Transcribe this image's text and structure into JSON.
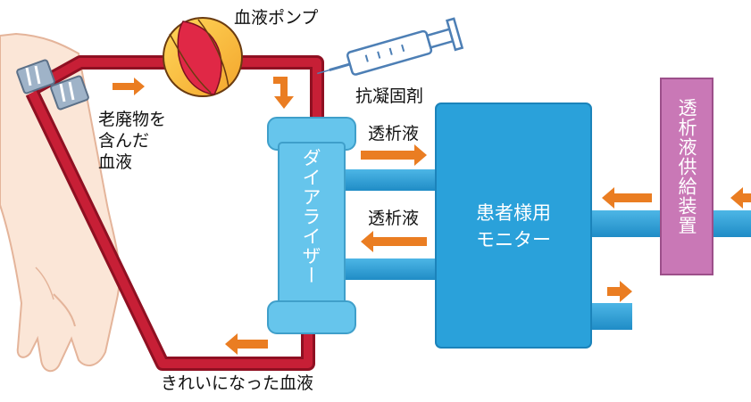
{
  "labels": {
    "blood_pump": "血液ポンプ",
    "anticoagulant": "抗凝固剤",
    "waste_blood_line1": "老廃物を",
    "waste_blood_line2": "含んだ",
    "waste_blood_line3": "血液",
    "dialysate_in": "透析液",
    "dialysate_out": "透析液",
    "clean_blood": "きれいになった血液",
    "dialyzer": "ダイアライザー",
    "monitor_line1": "患者様用",
    "monitor_line2": "モニター",
    "supply_device": "透析液供給装置"
  },
  "colors": {
    "blood_line": "#b0182b",
    "blood_line_light": "#d7283f",
    "dialyzer": "#66c5ec",
    "monitor": "#2aa1da",
    "water_pipe": "#2f9fd6",
    "supply": "#c978b6",
    "arrow": "#ea7d22",
    "skin": "#fbe6d7",
    "skin_outline": "#e4b49a"
  }
}
